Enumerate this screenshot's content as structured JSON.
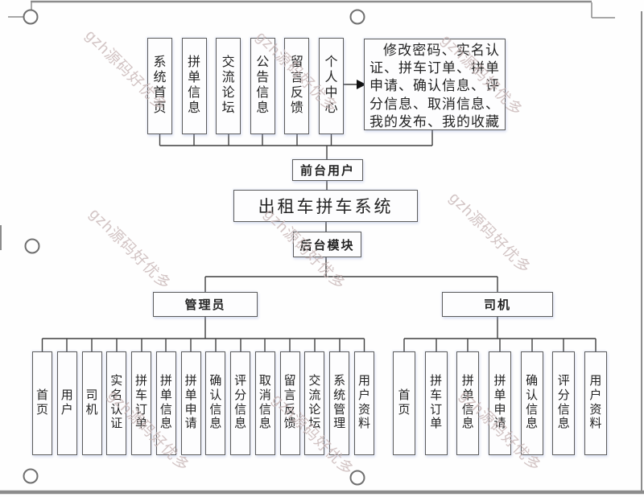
{
  "watermark": {
    "text": "gzh源码好优多",
    "color": "#c8b6b6"
  },
  "diagram": {
    "top_modules": [
      "系统首页",
      "拼单信息",
      "交流论坛",
      "公告信息",
      "留言反馈",
      "个人中心"
    ],
    "personal_center_detail": "修改密码、实名认证、拼车订单、拼单申请、确认信息、评分信息、取消信息、我的发布、我的收藏",
    "front_user_label": "前台用户",
    "system_title": "出租车拼车系统",
    "backend_module_label": "后台模块",
    "admin": {
      "label": "管理员",
      "children": [
        "首页",
        "用户",
        "司机",
        "实名认证",
        "拼车订单",
        "拼单信息",
        "拼单申请",
        "确认信息",
        "评分信息",
        "取消信息",
        "留言反馈",
        "交流论坛",
        "系统管理",
        "用户资料"
      ]
    },
    "driver": {
      "label": "司机",
      "children": [
        "首页",
        "拼车订单",
        "拼单信息",
        "拼单申请",
        "确认信息",
        "评分信息",
        "用户资料"
      ]
    }
  },
  "colors": {
    "box_border": "#5c5c5c",
    "connector": "#3f3f3f",
    "page_line": "#8c8c8c"
  }
}
